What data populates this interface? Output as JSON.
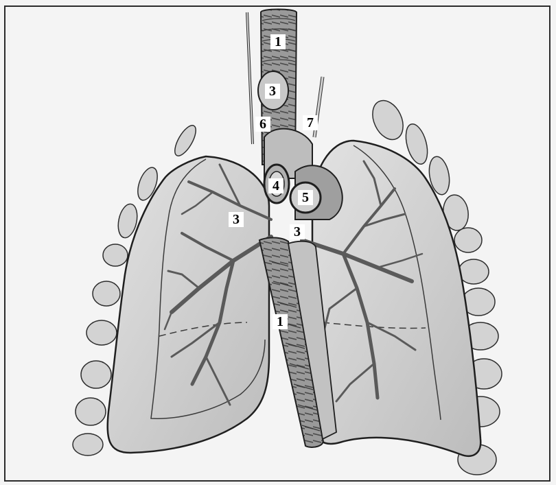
{
  "figure": {
    "labels": [
      "1",
      "3",
      "6",
      "7",
      "4",
      "5",
      "3",
      "3",
      "1"
    ]
  },
  "colors": {
    "background": "#f4f4f4",
    "lung_fill": "#d6d6d6",
    "lobe_fill": "#c9c9c9",
    "outline": "#1f1f1f",
    "vessel": "#bdbdbd",
    "rib": "#cfcfcf"
  }
}
